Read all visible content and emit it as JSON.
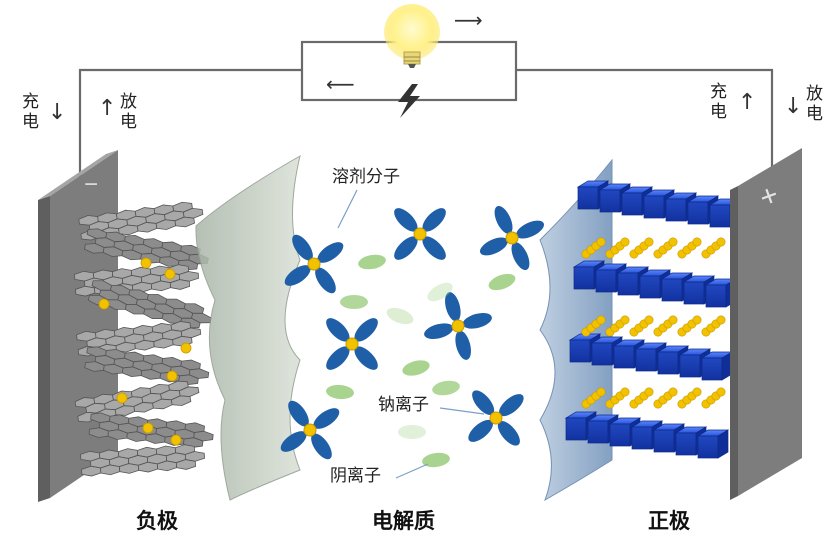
{
  "labels": {
    "charge_left": [
      "充",
      "电"
    ],
    "discharge_left": [
      "放",
      "电"
    ],
    "charge_right": [
      "充",
      "电"
    ],
    "discharge_right": [
      "放",
      "电"
    ],
    "solvent": "溶剂分子",
    "sodium_ion": "钠离子",
    "anion": "阴离子",
    "negative_electrode": "负极",
    "electrolyte": "电解质",
    "positive_electrode": "正极",
    "minus_sign": "−",
    "plus_sign": "+"
  },
  "arrows": {
    "top": "⟶",
    "bottom": "⟵",
    "down": "↓",
    "up": "↑"
  },
  "colors": {
    "sodium": "#f2c200",
    "solvent_blue": "#1f5fa8",
    "anion_green": "#a9d48f",
    "cathode_blue": "#1d49c4",
    "anode_gray": "#6e6e6e",
    "plate_gray": "#8a8a8a",
    "wire": "#6a6a6a",
    "bulb": "#fff3a0",
    "spark": "#333333"
  }
}
